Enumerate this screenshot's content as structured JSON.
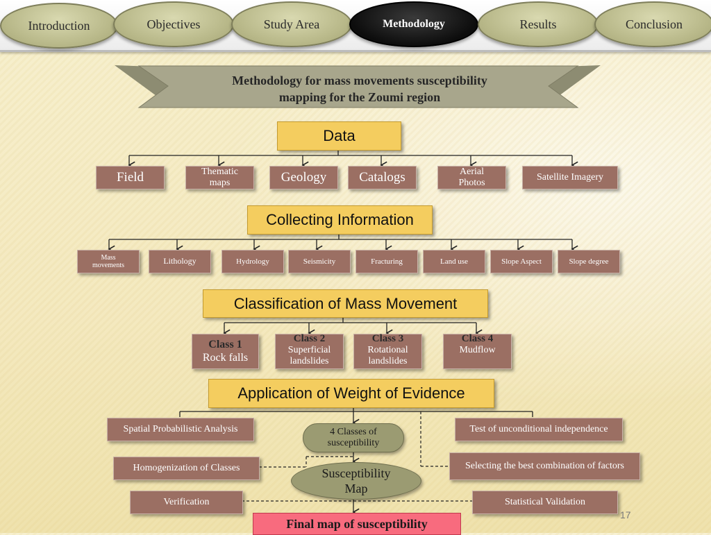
{
  "nav": {
    "tabs": [
      {
        "label": "Introduction"
      },
      {
        "label": "Objectives"
      },
      {
        "label": "Study Area"
      },
      {
        "label": "Methodology"
      },
      {
        "label": "Results"
      },
      {
        "label": "Conclusion"
      }
    ],
    "active_tab": "Methodology"
  },
  "banner": {
    "line1": "Methodology for mass movements susceptibility",
    "line2": "mapping for the Zoumi region"
  },
  "data_section": {
    "title": "Data",
    "sources": [
      "Field",
      "Thematic maps",
      "Geology",
      "Catalogs",
      "Aerial Photos",
      "Satellite Imagery"
    ]
  },
  "collecting_section": {
    "title": "Collecting Information",
    "items": [
      "Mass movements",
      "Lithology",
      "Hydrology",
      "Seismicity",
      "Fracturing",
      "Land use",
      "Slope Aspect",
      "Slope degree"
    ]
  },
  "classification_section": {
    "title": "Classification of Mass Movement",
    "classes": [
      {
        "name": "Class 1",
        "desc": "Rock falls"
      },
      {
        "name": "Class 2",
        "desc": "Superficial landslides"
      },
      {
        "name": "Class 3",
        "desc": "Rotational landslides"
      },
      {
        "name": "Class 4",
        "desc": "Mudflow"
      }
    ]
  },
  "woe_section": {
    "title": "Application of Weight of Evidence",
    "spatial": "Spatial Probabilistic Analysis",
    "homogenization": "Homogenization of Classes",
    "verification": "Verification",
    "test_independence": "Test of unconditional independence",
    "best_combination": "Selecting the best combination of factors",
    "statistical_validation": "Statistical Validation",
    "classes_oval": "4 Classes of susceptibility",
    "map_oval": "Susceptibility Map",
    "final": "Final map of susceptibility"
  },
  "page_number": "17",
  "colors": {
    "yellow_box": "#f4cd5f",
    "brown_box": "#9b6f63",
    "olive_oval": "#9b9b72",
    "final_box": "#f86b7e",
    "active_tab": "#0d0d0d"
  }
}
